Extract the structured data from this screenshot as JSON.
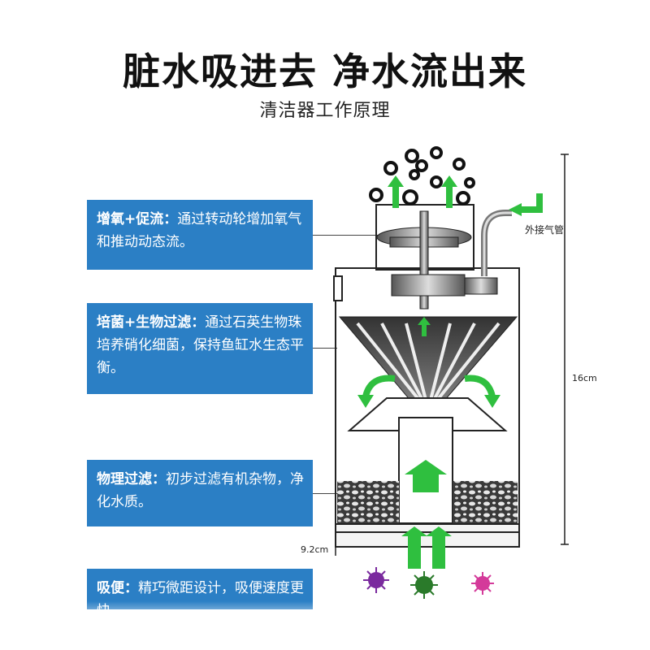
{
  "header": {
    "title": "脏水吸进去 净水流出来",
    "subtitle": "清洁器工作原理"
  },
  "callouts": [
    {
      "head": "增氧+促流：",
      "body": "通过转动轮增加氧气和推动动态流。"
    },
    {
      "head": "培菌+生物过滤：",
      "body": "通过石英生物珠培养硝化细菌，保持鱼缸水生态平衡。"
    },
    {
      "head": "物理过滤：",
      "body": "初步过滤有机杂物，净化水质。"
    },
    {
      "head": "吸便：",
      "body": "精巧微距设计，吸便速度更快。"
    }
  ],
  "labels": {
    "air_intake": "外接气管",
    "height": "16cm",
    "width": "9.2cm"
  },
  "colors": {
    "callout_bg": "#2b7fc5",
    "arrow_green": "#2fbf3f",
    "germ_purple": "#7a2a9e",
    "germ_green": "#2a7a2a",
    "germ_pink": "#d43a9a"
  },
  "icons": [
    "bubble-icon",
    "up-arrow-icon",
    "germ-icon",
    "curved-arrow-icon"
  ]
}
